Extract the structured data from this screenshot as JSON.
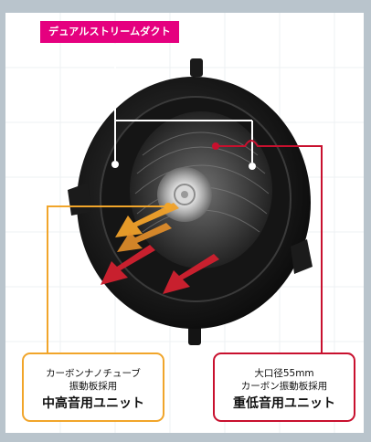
{
  "top_tag": "デュアルストリームダクト",
  "left_label": {
    "line1": "カーボンナノチューブ",
    "line2": "振動板採用",
    "title": "中高音用ユニット"
  },
  "right_label": {
    "line1": "大口径55mm",
    "line2": "カーボン振動板採用",
    "title": "重低音用ユニット"
  },
  "colors": {
    "tag": "#e5007f",
    "mid_high_accent": "#f1a52a",
    "bass_accent": "#c8102e",
    "frame": "#b9c4cc"
  }
}
